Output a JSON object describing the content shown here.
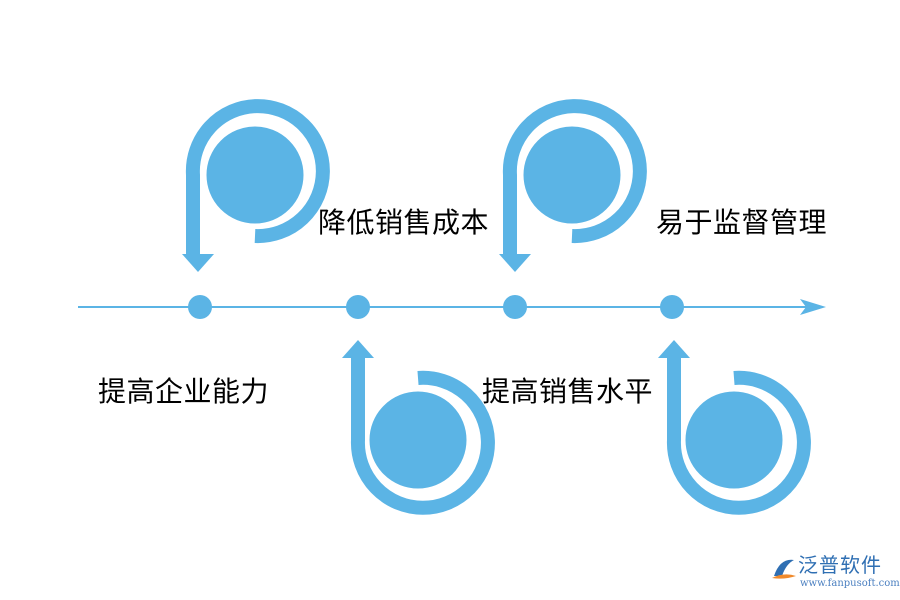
{
  "colors": {
    "accent": "#5bb4e5",
    "timeline": "#5bb4e5",
    "text": "#000000",
    "watermark_text": "#2f6fb3",
    "watermark_logo_orange": "#f08a2c"
  },
  "milestones": [
    {
      "label": "提高企业能力",
      "position": "below",
      "icon": "p-arrow-down-icon"
    },
    {
      "label": "降低销售成本",
      "position": "above",
      "icon": "b-arrow-up-icon"
    },
    {
      "label": "提高销售水平",
      "position": "below",
      "icon": "p-arrow-down-icon"
    },
    {
      "label": "易于监督管理",
      "position": "above",
      "icon": "b-arrow-up-icon"
    }
  ],
  "watermark": {
    "brand": "泛普软件",
    "url": "www.fanpusoft.com",
    "logo_icon": "fanpu-logo-icon"
  }
}
